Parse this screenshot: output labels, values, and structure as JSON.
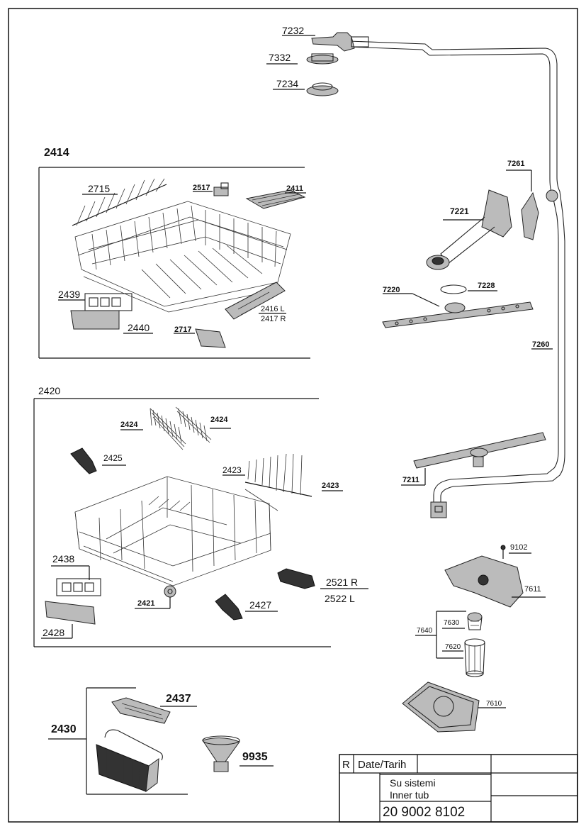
{
  "callouts": {
    "c7232": "7232",
    "c7332": "7332",
    "c7234": "7234",
    "c2414": "2414",
    "c2715": "2715",
    "c2517": "2517",
    "c2411": "2411",
    "c2439": "2439",
    "c2440": "2440",
    "c2717": "2717",
    "c2416": "2416 L",
    "c2417": "2417 R",
    "c7261": "7261",
    "c7221": "7221",
    "c7220": "7220",
    "c7228": "7228",
    "c7260": "7260",
    "c7211": "7211",
    "c2420": "2420",
    "c2424a": "2424",
    "c2424b": "2424",
    "c2425": "2425",
    "c2423a": "2423",
    "c2423b": "2423",
    "c2438": "2438",
    "c2421": "2421",
    "c2428": "2428",
    "c2427": "2427",
    "c2521": "2521 R",
    "c2522": "2522 L",
    "c9102": "9102",
    "c7611": "7611",
    "c7630": "7630",
    "c7640": "7640",
    "c7620": "7620",
    "c7610": "7610",
    "c2430": "2430",
    "c2437": "2437",
    "c9935": "9935"
  },
  "title_block": {
    "rev": "R",
    "date_label": "Date/Tarih",
    "desc_tr": "Su sistemi",
    "desc_en": "Inner tub",
    "drawing_number": "20 9002 8102"
  }
}
